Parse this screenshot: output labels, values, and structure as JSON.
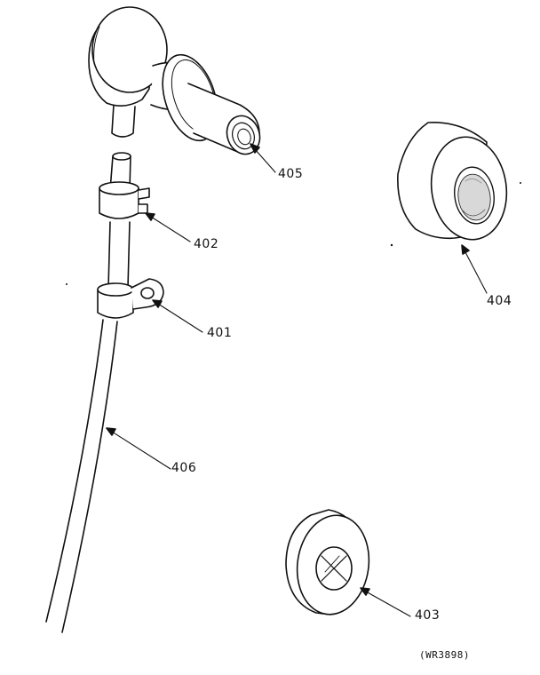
{
  "parts": [
    {
      "id": "p405",
      "label": "405"
    },
    {
      "id": "p404",
      "label": "404"
    },
    {
      "id": "p402",
      "label": "402"
    },
    {
      "id": "p401",
      "label": "401"
    },
    {
      "id": "p406",
      "label": "406"
    },
    {
      "id": "p403",
      "label": "403"
    }
  ],
  "drawing_code": "(WR3898)",
  "colors": {
    "ink": "#111111",
    "background": "#ffffff"
  }
}
